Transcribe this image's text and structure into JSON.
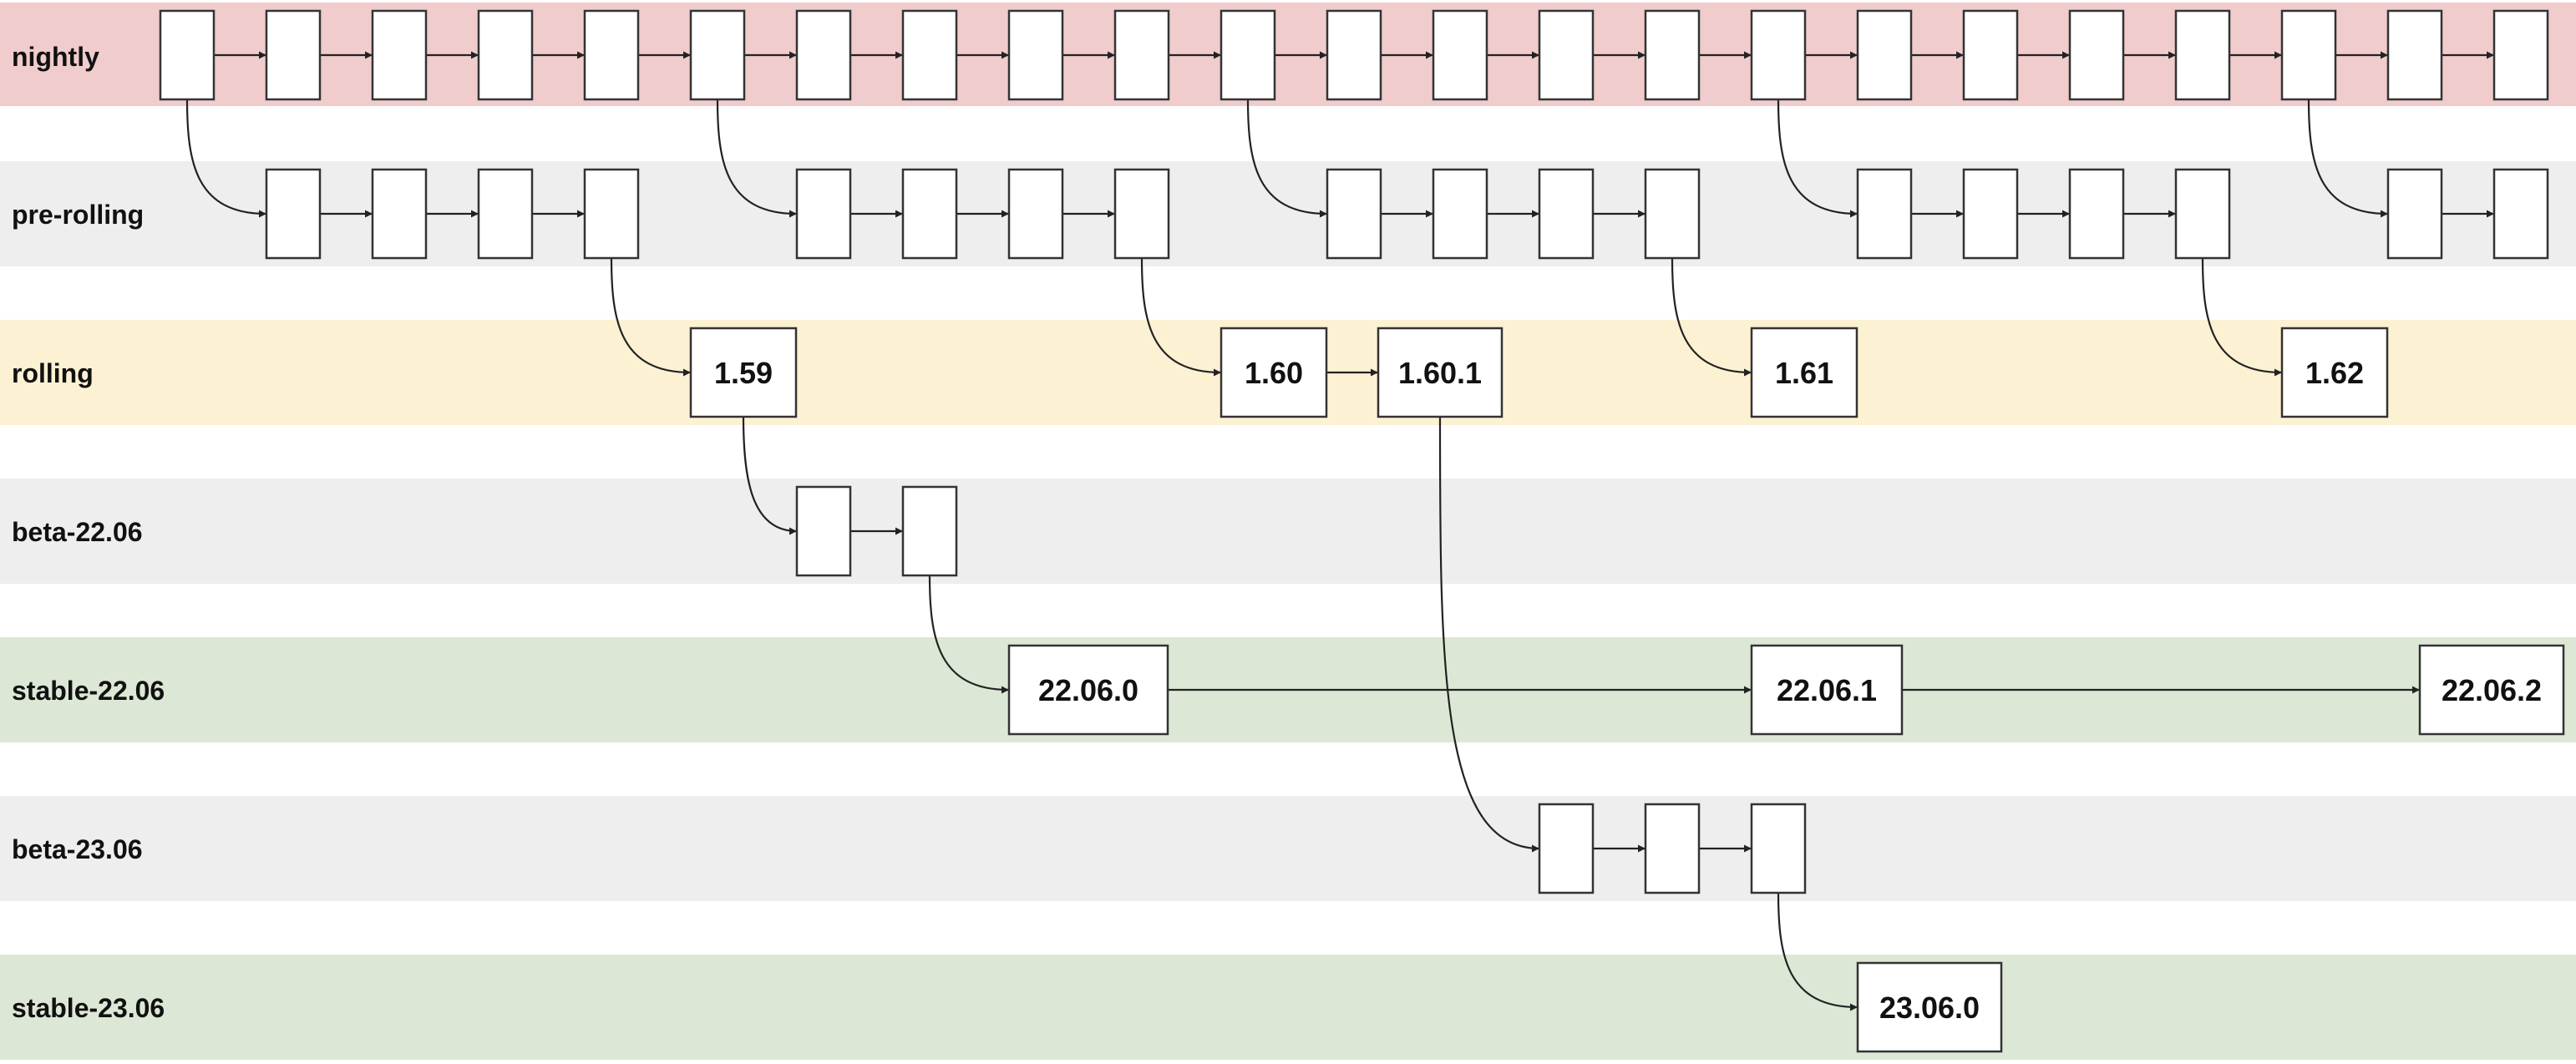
{
  "lanes": [
    {
      "id": "nightly",
      "label": "nightly",
      "color": "#f0cccc"
    },
    {
      "id": "pre-rolling",
      "label": "pre-rolling",
      "color": "#eeeeee"
    },
    {
      "id": "rolling",
      "label": "rolling",
      "color": "#fcf1d3"
    },
    {
      "id": "beta-22.06",
      "label": "beta-22.06",
      "color": "#eeeeee"
    },
    {
      "id": "stable-22.06",
      "label": "stable-22.06",
      "color": "#dce8d5"
    },
    {
      "id": "beta-23.06",
      "label": "beta-23.06",
      "color": "#eeeeee"
    },
    {
      "id": "stable-23.06",
      "label": "stable-23.06",
      "color": "#dce8d5"
    }
  ],
  "nodes": {
    "rolling": [
      "1.59",
      "1.60",
      "1.60.1",
      "1.61",
      "1.62"
    ],
    "stable-22.06": [
      "22.06.0",
      "22.06.1",
      "22.06.2"
    ],
    "stable-23.06": [
      "23.06.0"
    ]
  }
}
